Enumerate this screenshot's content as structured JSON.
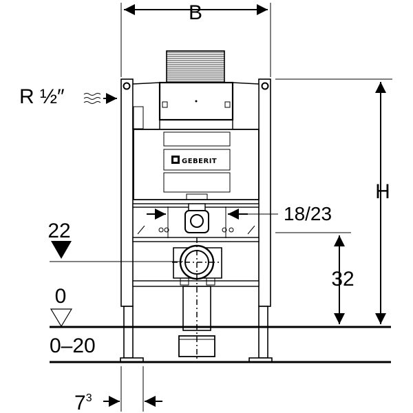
{
  "diagram": {
    "dimension_b": "B",
    "dimension_h": "H",
    "water_connection": "R ½″",
    "brand": "GEBERIT",
    "flush_outlet_width": "18/23",
    "level_22": "22",
    "level_0": "0",
    "floor_range": "0–20",
    "height_32": "32",
    "foot_offset_base": "7",
    "foot_offset_sup": "3"
  }
}
